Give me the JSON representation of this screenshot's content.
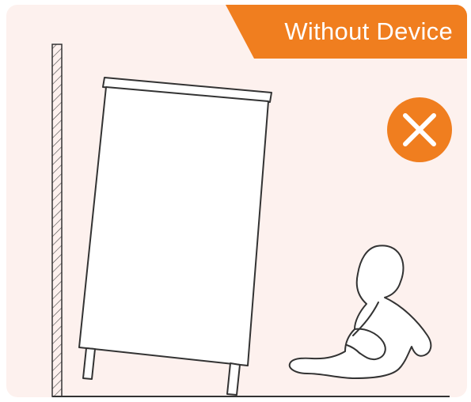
{
  "banner": {
    "text": "Without Device",
    "color": "#f07e1f"
  },
  "status_icon": "close-icon",
  "illustration": {
    "elements": [
      "wall",
      "tipping-cabinet",
      "seated-child",
      "floor"
    ],
    "line_color": "#333333",
    "background": "#fdf1ee"
  }
}
